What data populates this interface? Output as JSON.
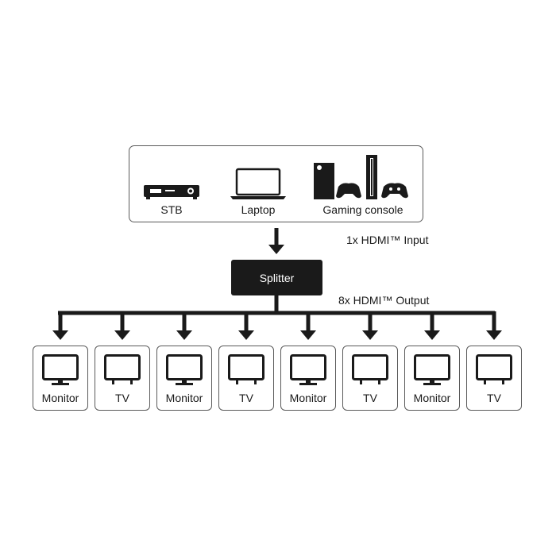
{
  "sources": [
    {
      "icon": "set-top-box-icon",
      "label": "STB"
    },
    {
      "icon": "laptop-icon",
      "label": "Laptop"
    },
    {
      "icon": "gaming-console-icon",
      "label": "Gaming console"
    }
  ],
  "input_note": "1x HDMI™ Input",
  "splitter_label": "Splitter",
  "output_note": "8x HDMI™ Output",
  "outputs": [
    {
      "icon": "monitor-icon",
      "label": "Monitor"
    },
    {
      "icon": "tv-icon",
      "label": "TV"
    },
    {
      "icon": "monitor-icon",
      "label": "Monitor"
    },
    {
      "icon": "tv-icon",
      "label": "TV"
    },
    {
      "icon": "monitor-icon",
      "label": "Monitor"
    },
    {
      "icon": "tv-icon",
      "label": "TV"
    },
    {
      "icon": "monitor-icon",
      "label": "Monitor"
    },
    {
      "icon": "tv-icon",
      "label": "TV"
    }
  ],
  "colors": {
    "line": "#1a1a1a",
    "border": "#5a5a5a",
    "splitter_fill": "#1a1a1a"
  }
}
